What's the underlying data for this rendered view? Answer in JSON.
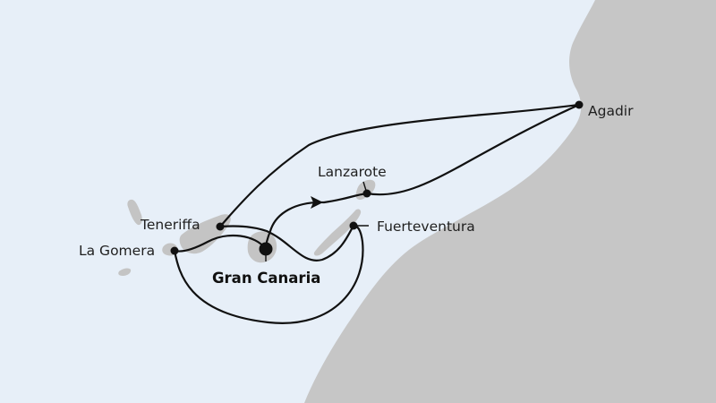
{
  "colors": {
    "sea": "#e7eff8",
    "land": "#c6c6c6",
    "island": "#c4c4c4",
    "route": "#111111"
  },
  "ports": {
    "agadir": "Agadir",
    "lanzarote": "Lanzarote",
    "teneriffa": "Teneriffa",
    "fuerteventura": "Fuerteventura",
    "la_gomera": "La Gomera",
    "gran_canaria": "Gran Canaria"
  },
  "home_port": "Gran Canaria",
  "direction_icon": "arrow-icon"
}
